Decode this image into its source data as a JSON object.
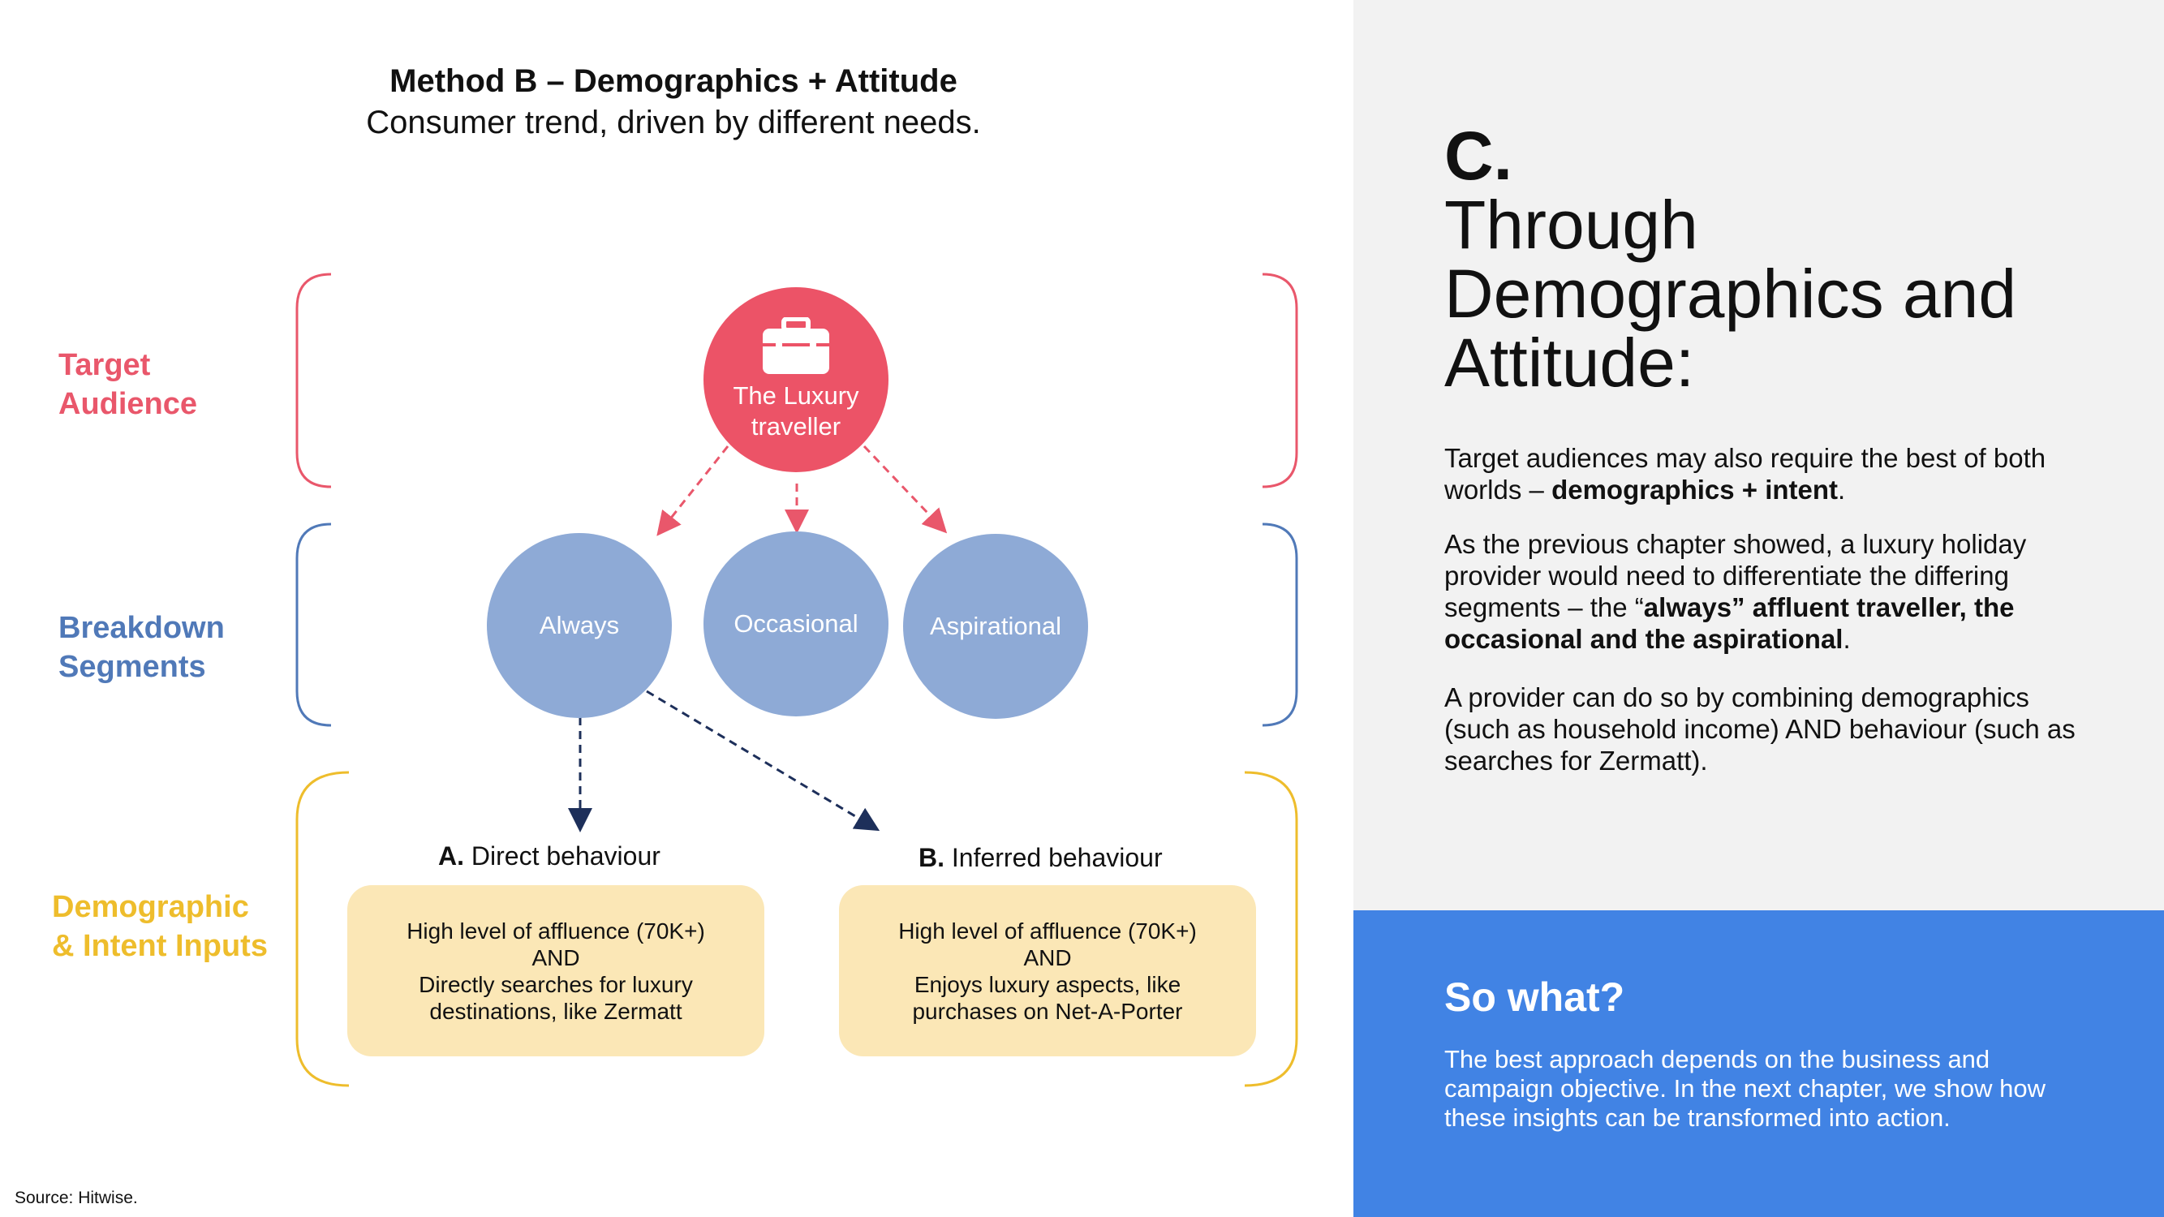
{
  "header": {
    "title": "Method B – Demographics + Attitude",
    "subtitle": "Consumer trend, driven by different needs."
  },
  "rows": {
    "target_line1": "Target",
    "target_line2": "Audience",
    "breakdown_line1": "Breakdown",
    "breakdown_line2": "Segments",
    "demo_line1": "Demographic",
    "demo_line2": "& Intent Inputs"
  },
  "nodes": {
    "luxury_line1": "The Luxury",
    "luxury_line2": "traveller",
    "luxury_icon": "briefcase-icon",
    "always": "Always",
    "occasional": "Occasional",
    "aspirational": "Aspirational"
  },
  "behaviours": {
    "a_letter": "A.",
    "a_label": "Direct behaviour",
    "b_letter": "B.",
    "b_label": "Inferred behaviour",
    "a_box": {
      "line1": "High level of affluence  (70K+)",
      "line2": "AND",
      "line3": "Directly  searches for luxury",
      "line4": "destinations, like Zermatt"
    },
    "b_box": {
      "line1": "High level of affluence  (70K+)",
      "line2": "AND",
      "line3": "Enjoys luxury aspects,  like",
      "line4": "purchases on Net-A-Porter"
    }
  },
  "source": "Source: Hitwise.",
  "panel": {
    "letter": "C.",
    "heading_line1": "Through",
    "heading_line2": "Demographics and",
    "heading_line3": "Attitude:",
    "p1_a": "Target audiences may also require the best of both worlds – ",
    "p1_b": "demographics + intent",
    "p1_c": ".",
    "p2_a": "As the previous chapter showed, a luxury holiday provider would need to differentiate the differing segments – the “",
    "p2_b": "always” affluent traveller, the occasional and the aspirational",
    "p2_c": ".",
    "p3": "A provider can do so by combining demographics (such as household income) AND behaviour (such as searches for Zermatt).",
    "so_what_title": "So what?",
    "so_what_body": "The best approach depends on the business and campaign objective. In the next chapter, we show how these insights can be transformed into action."
  },
  "colors": {
    "target": "#e9576b",
    "breakdown": "#5079b8",
    "demographic": "#eebd2c",
    "luxury_circle": "#ec5367",
    "segment_circle": "#8eaad6",
    "input_box": "#fbe7b6",
    "panel_grey": "#f2f2f2",
    "panel_blue": "#4183e4",
    "arrow_navy": "#1d2f5a"
  }
}
